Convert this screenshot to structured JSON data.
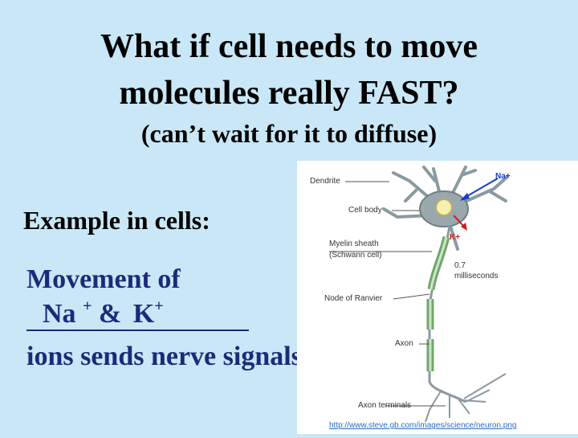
{
  "title_line1": "What if cell needs to move",
  "title_line2": "molecules really FAST?",
  "subtitle": "(can’t wait for it to diffuse)",
  "example_label": "Example in cells:",
  "body": {
    "line1": "Movement of",
    "ion1": "Na",
    "ion1_sup": "+",
    "amp": "&",
    "ion2": "K",
    "ion2_sup": "+",
    "line3": "ions sends nerve signals"
  },
  "diagram": {
    "dendrite": "Dendrite",
    "cell_body": "Cell body",
    "myelin_line1": "Myelin sheath",
    "myelin_line2": "(Schwann cell)",
    "node": "Node of Ranvier",
    "axon": "Axon",
    "terminals": "Axon terminals",
    "na": "Na+",
    "k": "K+",
    "time_value": "0.7",
    "time_unit": "milliseconds"
  },
  "source_url": "http://www.steve.gb.com/images/science/neuron.png",
  "colors": {
    "background": "#c9e7f6",
    "body_text": "#1d2a7a",
    "na_arrow": "#1a3ccc",
    "k_arrow": "#d11a1a"
  }
}
